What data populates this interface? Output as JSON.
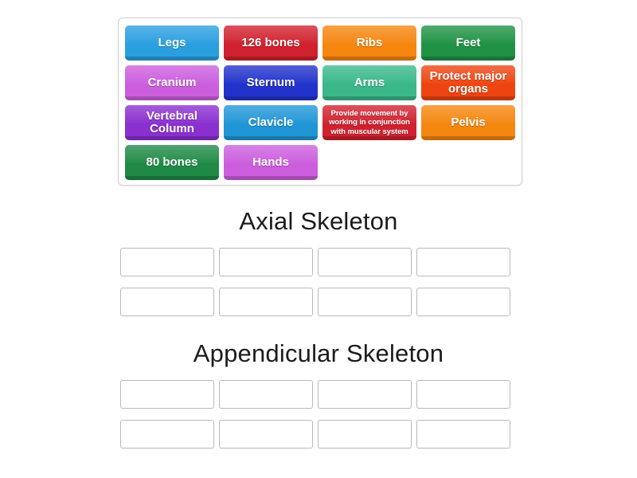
{
  "board": {
    "background_color": "#ffffff",
    "tray": {
      "name": "word-bank-tray",
      "border_color": "#cfcfcf",
      "tiles": [
        {
          "label": "Legs",
          "color": "#2a9fe0",
          "size": "normal"
        },
        {
          "label": "126 bones",
          "color": "#d0212e",
          "size": "normal"
        },
        {
          "label": "Ribs",
          "color": "#f5860f",
          "size": "normal"
        },
        {
          "label": "Feet",
          "color": "#1f9245",
          "size": "normal"
        },
        {
          "label": "Cranium",
          "color": "#cc5ede",
          "size": "normal"
        },
        {
          "label": "Sternum",
          "color": "#2233cc",
          "size": "normal"
        },
        {
          "label": "Arms",
          "color": "#3ab88a",
          "size": "normal"
        },
        {
          "label": "Protect major organs",
          "color": "#ee4411",
          "size": "normal"
        },
        {
          "label": "Vertebral Column",
          "color": "#8a2fd0",
          "size": "normal"
        },
        {
          "label": "Clavicle",
          "color": "#2196d6",
          "size": "normal"
        },
        {
          "label": "Provide movement by working in conjunction with muscular system",
          "color": "#d0212e",
          "size": "tiny"
        },
        {
          "label": "Pelvis",
          "color": "#f5860f",
          "size": "normal"
        },
        {
          "label": "80 bones",
          "color": "#1f8a46",
          "size": "normal"
        },
        {
          "label": "Hands",
          "color": "#cc5ede",
          "size": "normal"
        }
      ]
    },
    "sections": [
      {
        "id": "axial",
        "title": "Axial Skeleton",
        "slots": [
          "",
          "",
          "",
          "",
          "",
          "",
          "",
          ""
        ]
      },
      {
        "id": "appendicular",
        "title": "Appendicular Skeleton",
        "slots": [
          "",
          "",
          "",
          "",
          "",
          "",
          "",
          ""
        ]
      }
    ]
  }
}
